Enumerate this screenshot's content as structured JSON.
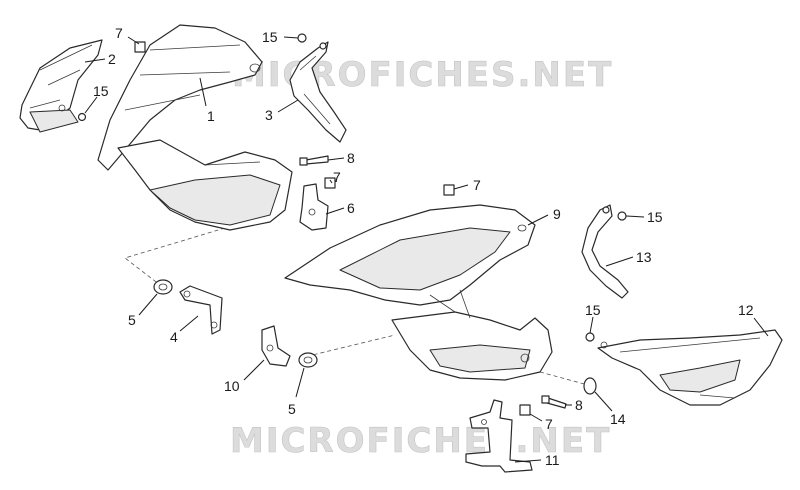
{
  "watermark": {
    "text": "MICROFICHES.NET"
  },
  "callouts": [
    {
      "id": "c7a",
      "label": "7"
    },
    {
      "id": "c2",
      "label": "2"
    },
    {
      "id": "c15a",
      "label": "15"
    },
    {
      "id": "c1",
      "label": "1"
    },
    {
      "id": "c15b",
      "label": "15"
    },
    {
      "id": "c3",
      "label": "3"
    },
    {
      "id": "c8a",
      "label": "8"
    },
    {
      "id": "c7b",
      "label": "7"
    },
    {
      "id": "c6",
      "label": "6"
    },
    {
      "id": "c7c",
      "label": "7"
    },
    {
      "id": "c9",
      "label": "9"
    },
    {
      "id": "c15c",
      "label": "15"
    },
    {
      "id": "c13",
      "label": "13"
    },
    {
      "id": "c5a",
      "label": "5"
    },
    {
      "id": "c4",
      "label": "4"
    },
    {
      "id": "c15d",
      "label": "15"
    },
    {
      "id": "c12",
      "label": "12"
    },
    {
      "id": "c10",
      "label": "10"
    },
    {
      "id": "c5b",
      "label": "5"
    },
    {
      "id": "c8b",
      "label": "8"
    },
    {
      "id": "c14",
      "label": "14"
    },
    {
      "id": "c7d",
      "label": "7"
    },
    {
      "id": "c11",
      "label": "11"
    }
  ]
}
